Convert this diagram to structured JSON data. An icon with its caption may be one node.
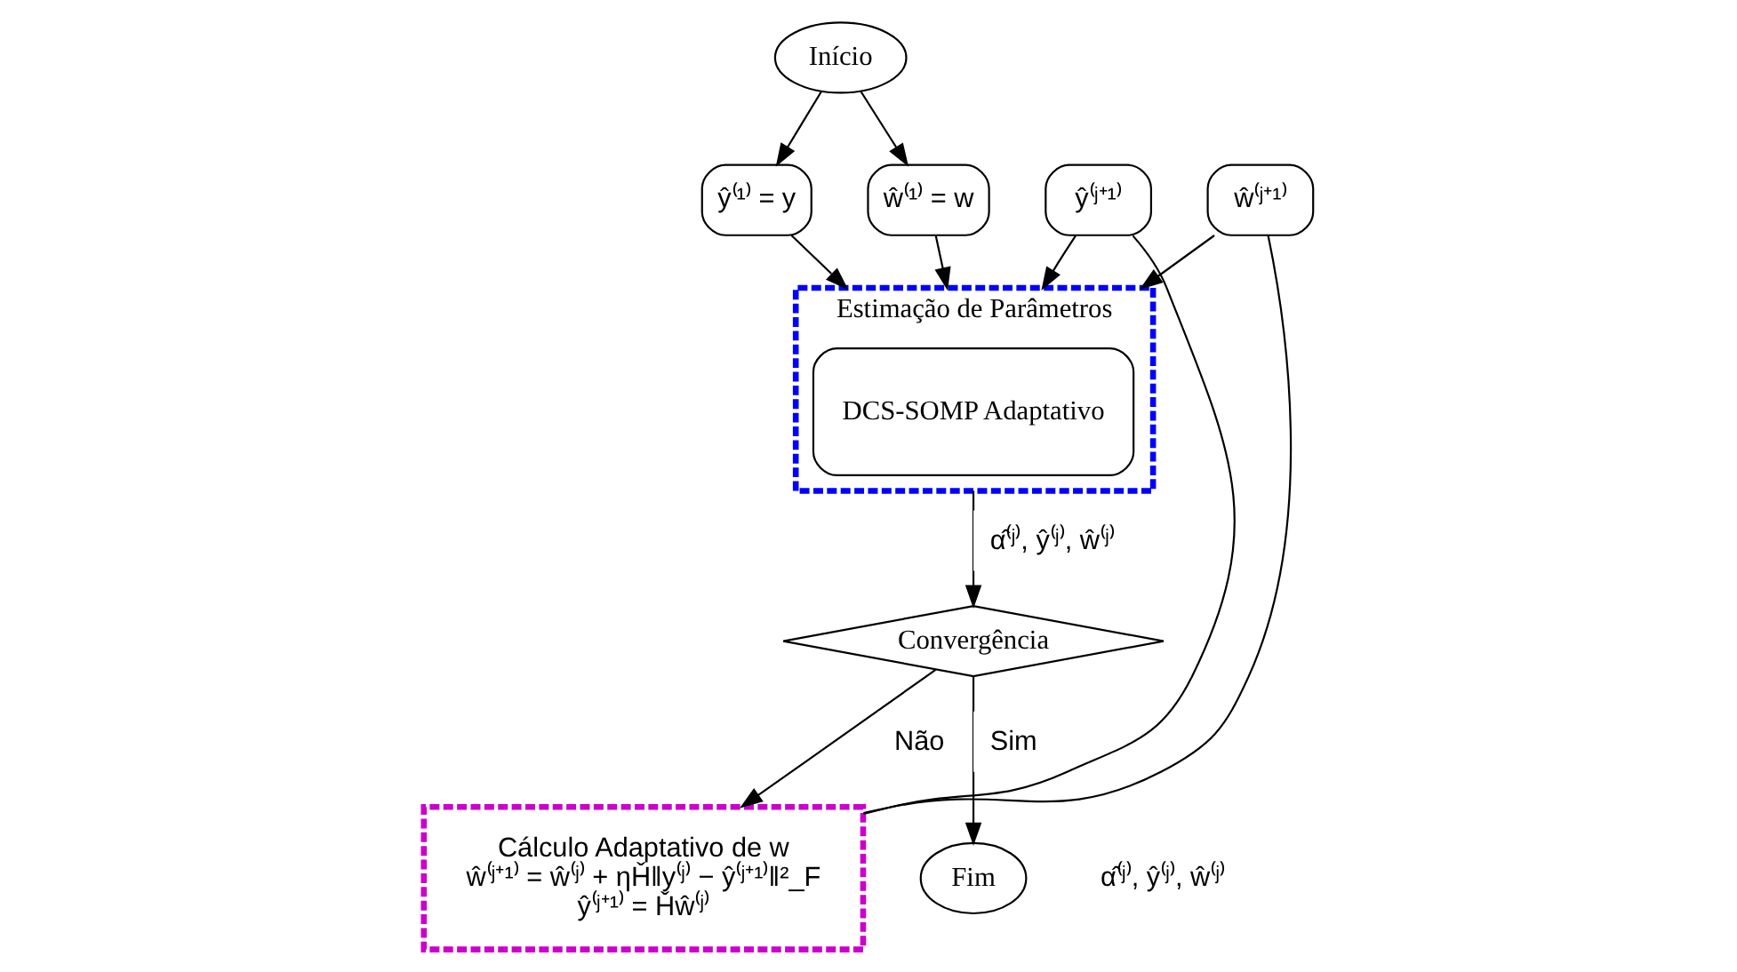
{
  "diagram": {
    "nodes": [
      {
        "text": [
          "Início"
        ]
      },
      {
        "text": [
          "ŷ⁽¹⁾ = y"
        ]
      },
      {
        "text": [
          "ŵ⁽¹⁾ = w"
        ]
      },
      {
        "text": [
          "ŷ⁽ʲ⁺¹⁾"
        ]
      },
      {
        "text": [
          "ŵ⁽ʲ⁺¹⁾"
        ]
      },
      {
        "text": [
          "Estimação de Parâmetros"
        ]
      },
      {
        "text": [
          "DCS-SOMP Adaptativo"
        ],
        "in": 5
      },
      {
        "text": [
          "Cálculo Adaptativo de w",
          "ŵ⁽ʲ⁺¹⁾ = ŵ⁽ʲ⁾ + ηȞ‖y⁽ʲ⁾ − ŷ⁽ʲ⁺¹⁾‖²_F",
          "ŷ⁽ʲ⁺¹⁾ = Ȟŵ⁽ʲ⁾"
        ]
      },
      {
        "text": [
          "Convergência"
        ]
      },
      {
        "text": [
          "Fim"
        ]
      }
    ],
    "edges": [
      {
        "from": 0,
        "to": 1,
        "arrow": "to"
      },
      {
        "from": 0,
        "to": 2,
        "arrow": "to"
      },
      {
        "from": 1,
        "to": 5,
        "arrow": "to"
      },
      {
        "from": 2,
        "to": 5,
        "arrow": "to"
      },
      {
        "from": 7,
        "to": 3,
        "arrow": "none"
      },
      {
        "from": 3,
        "to": 5,
        "arrow": "to"
      },
      {
        "from": 7,
        "to": 4,
        "arrow": "none"
      },
      {
        "from": 4,
        "to": 5,
        "arrow": "to"
      },
      {
        "from": 5,
        "to": 8,
        "label": "α̂⁽ʲ⁾, ŷ⁽ʲ⁾, ŵ⁽ʲ⁾",
        "arrow": "to"
      },
      {
        "from": 8,
        "to": 7,
        "label": "Não",
        "arrow": "to"
      },
      {
        "from": 8,
        "to": 9,
        "label": "Sim",
        "arrow": "to"
      }
    ],
    "labels": [
      "α̂⁽ʲ⁾, ŷ⁽ʲ⁾, ŵ⁽ʲ⁾"
    ]
  }
}
